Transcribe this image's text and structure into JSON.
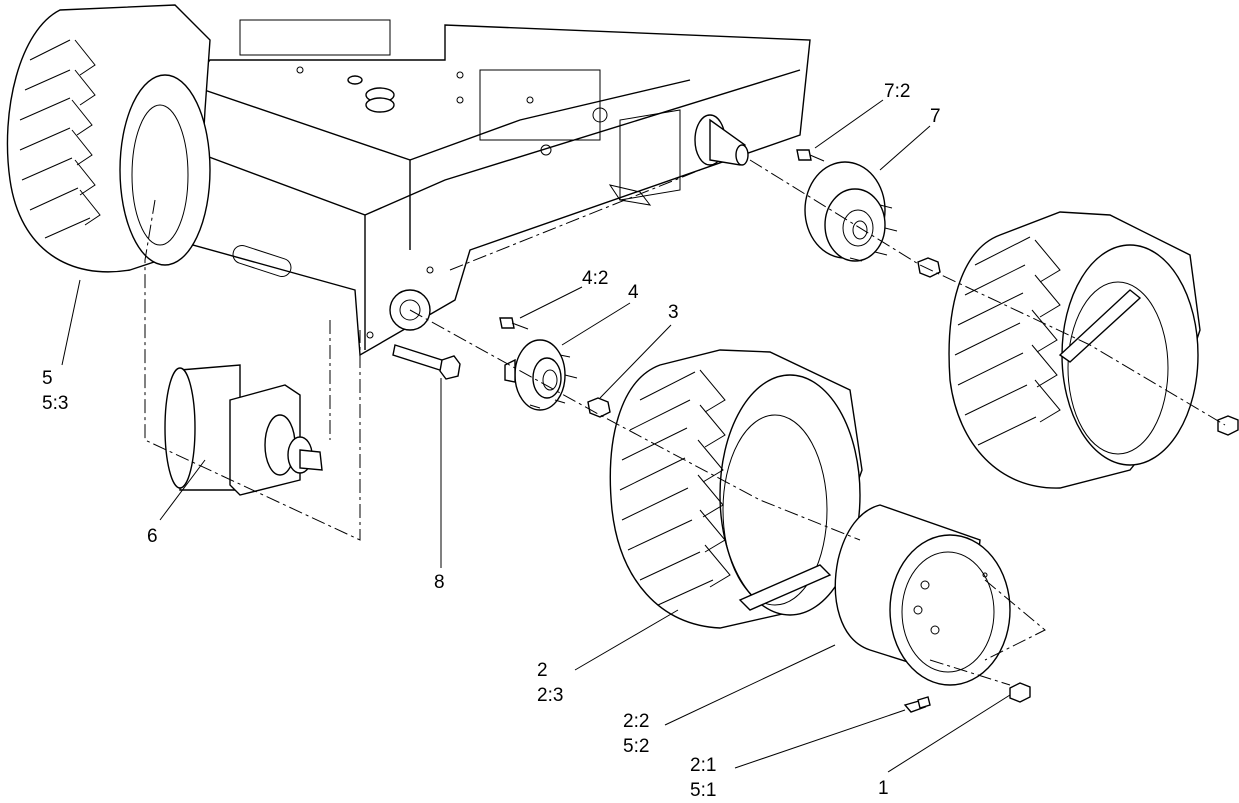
{
  "callouts": {
    "c1": "1",
    "c2": "2",
    "c2_3": "2:3",
    "c2_2": "2:2",
    "c5_2": "5:2",
    "c2_1": "2:1",
    "c5_1": "5:1",
    "c3": "3",
    "c4": "4",
    "c4_2": "4:2",
    "c5": "5",
    "c5_3": "5:3",
    "c6": "6",
    "c7": "7",
    "c7_2": "7:2",
    "c8": "8"
  }
}
